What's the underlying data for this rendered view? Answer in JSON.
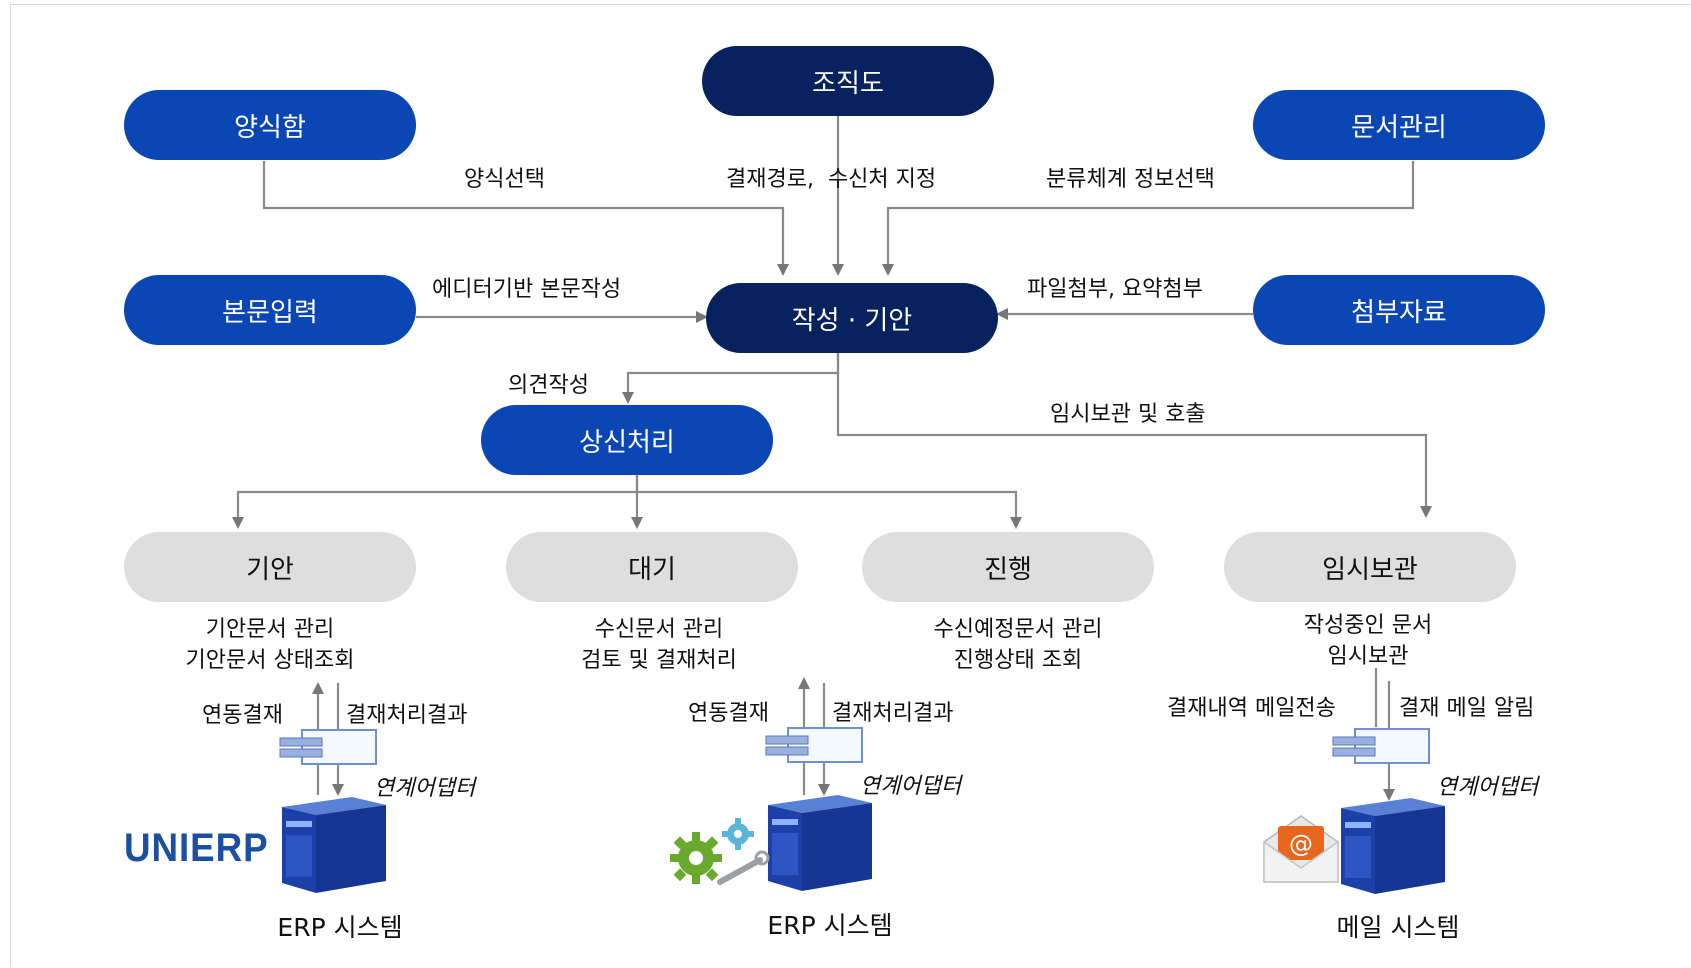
{
  "nodes": {
    "org_chart": "조직도",
    "form_box": "양식함",
    "doc_management": "문서관리",
    "body_input": "본문입력",
    "draft": "작성 · 기안",
    "attachments": "첨부자료",
    "submit": "상신처리",
    "status_draft": "기안",
    "status_waiting": "대기",
    "status_progress": "진행",
    "status_temp": "임시보관"
  },
  "edge_labels": {
    "form_select": "양식선택",
    "approval_route": "결재경로,  수신처 지정",
    "classification": "분류체계 정보선택",
    "editor_body": "에디터기반 본문작성",
    "file_attach": "파일첨부, 요약첨부",
    "opinion": "의견작성",
    "temp_store": "임시보관 및 호출"
  },
  "descriptions": {
    "draft_desc": [
      "기안문서 관리",
      "기안문서 상태조회"
    ],
    "waiting_desc": [
      "수신문서 관리",
      "검토 및 결재처리"
    ],
    "progress_desc": [
      "수신예정문서 관리",
      "진행상태 조회"
    ],
    "temp_desc": [
      "작성중인 문서",
      "임시보관"
    ]
  },
  "integrations": {
    "erp1": {
      "up": "연동결재",
      "down": "결재처리결과",
      "adapter": "연계어댑터",
      "system": "ERP 시스템",
      "logo": "UNIERP"
    },
    "erp2": {
      "up": "연동결재",
      "down": "결재처리결과",
      "adapter": "연계어댑터",
      "system": "ERP 시스템"
    },
    "mail": {
      "up": "결재내역 메일전송",
      "down": "결재 메일 알림",
      "adapter": "연계어댑터",
      "system": "메일 시스템"
    }
  },
  "colors": {
    "blue_pill": "#0a47b5",
    "navy_pill": "#07225f",
    "gray_pill": "#dedede",
    "server": "#1c3fa8",
    "logo": "#1b4fa0",
    "arrow": "#777777"
  },
  "icons": [
    "server-icon",
    "adapter-icon",
    "gear-icon",
    "mail-envelope-icon",
    "unierp-logo"
  ]
}
